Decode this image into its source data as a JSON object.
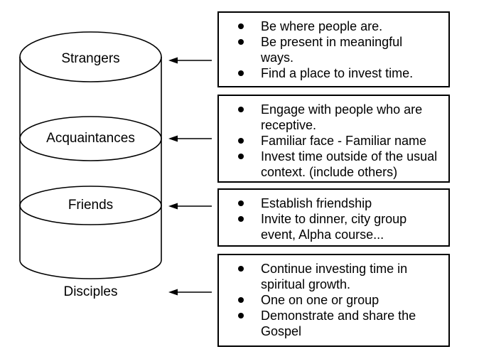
{
  "colors": {
    "ink": "#000000",
    "background": "#ffffff"
  },
  "cylinder": {
    "levels": [
      {
        "label": "Strangers"
      },
      {
        "label": "Acquaintances"
      },
      {
        "label": "Friends"
      },
      {
        "label": "Disciples"
      }
    ]
  },
  "boxes": [
    {
      "items": [
        "Be where people are.",
        "Be present in meaningful\nways.",
        "Find a place to invest time."
      ]
    },
    {
      "items": [
        "Engage with people who are\nreceptive.",
        "Familiar face - Familiar name",
        "Invest time outside of the usual\ncontext. (include others)"
      ]
    },
    {
      "items": [
        "Establish friendship",
        "Invite to dinner, city group\nevent, Alpha course..."
      ]
    },
    {
      "items": [
        "Continue investing time in\nspiritual growth.",
        "One on one or group",
        "Demonstrate and share the\nGospel"
      ]
    }
  ]
}
